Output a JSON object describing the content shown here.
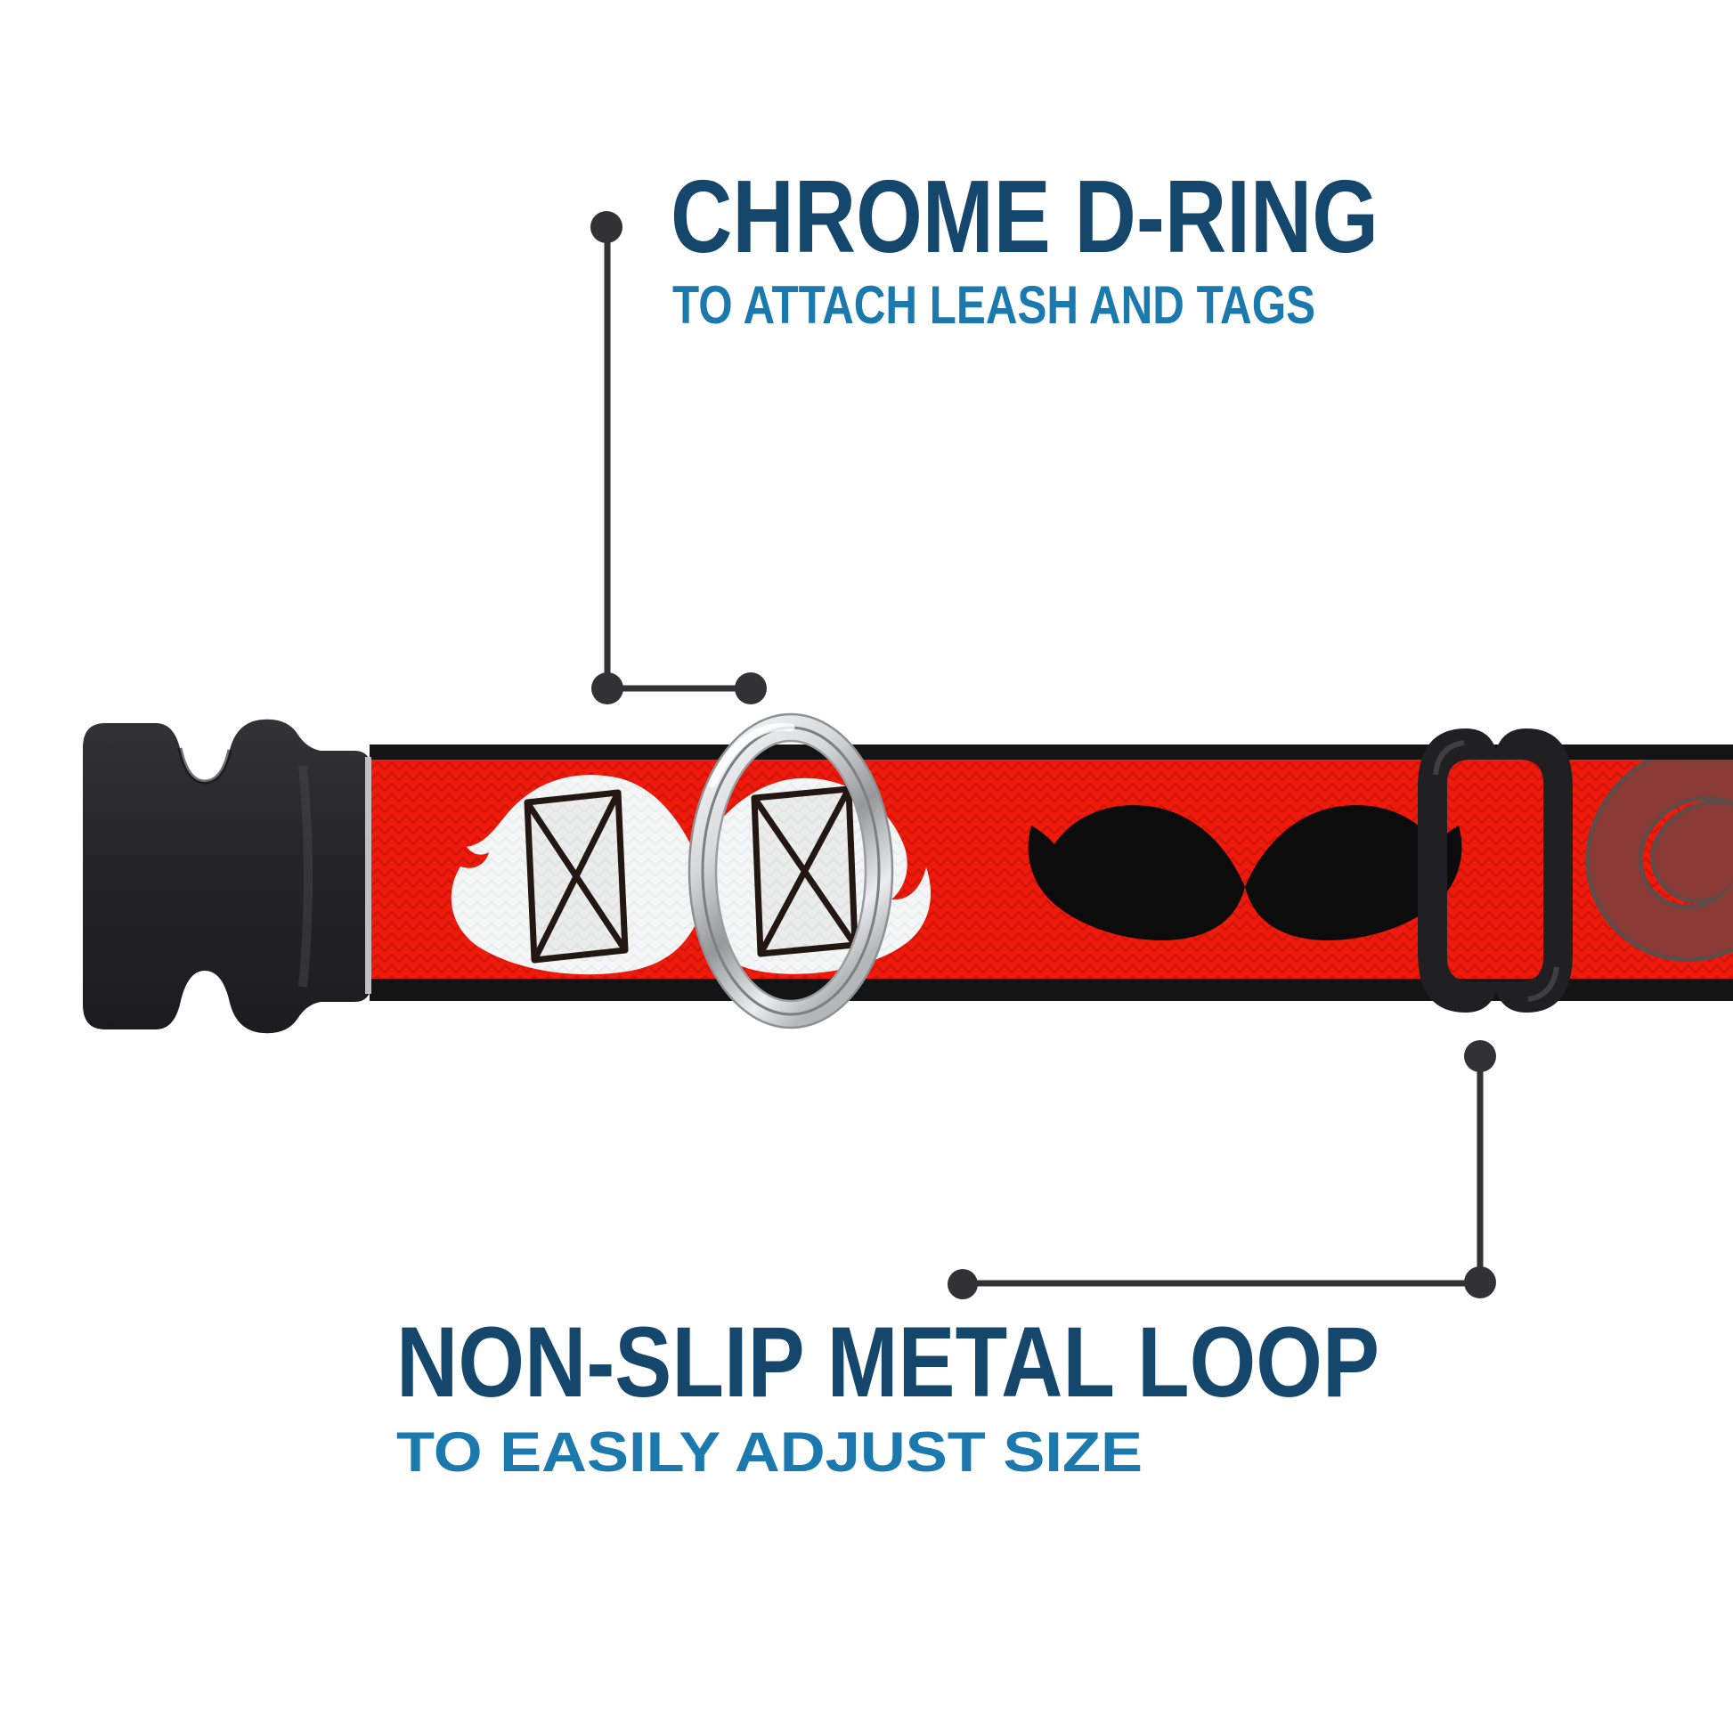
{
  "callouts": {
    "top": {
      "title": "CHROME D-RING",
      "subtitle": "TO ATTACH LEASH AND TAGS"
    },
    "bottom": {
      "title": "NON-SLIP METAL LOOP",
      "subtitle": "TO EASILY ADJUST SIZE"
    }
  },
  "colors": {
    "title_navy": "#14476B",
    "subtitle_blue": "#1B79AE",
    "collar_red": "#EE1B0D",
    "collar_edge_black": "#141414",
    "mustache_white": "#F4F6F6",
    "mustache_black": "#0C0C0D",
    "swirl_maroon": "#8A3B35",
    "buckle_black": "#27272A",
    "chrome_silver": "#C9CCCE",
    "callout_dark": "#323235",
    "background": "#FFFFFF"
  }
}
